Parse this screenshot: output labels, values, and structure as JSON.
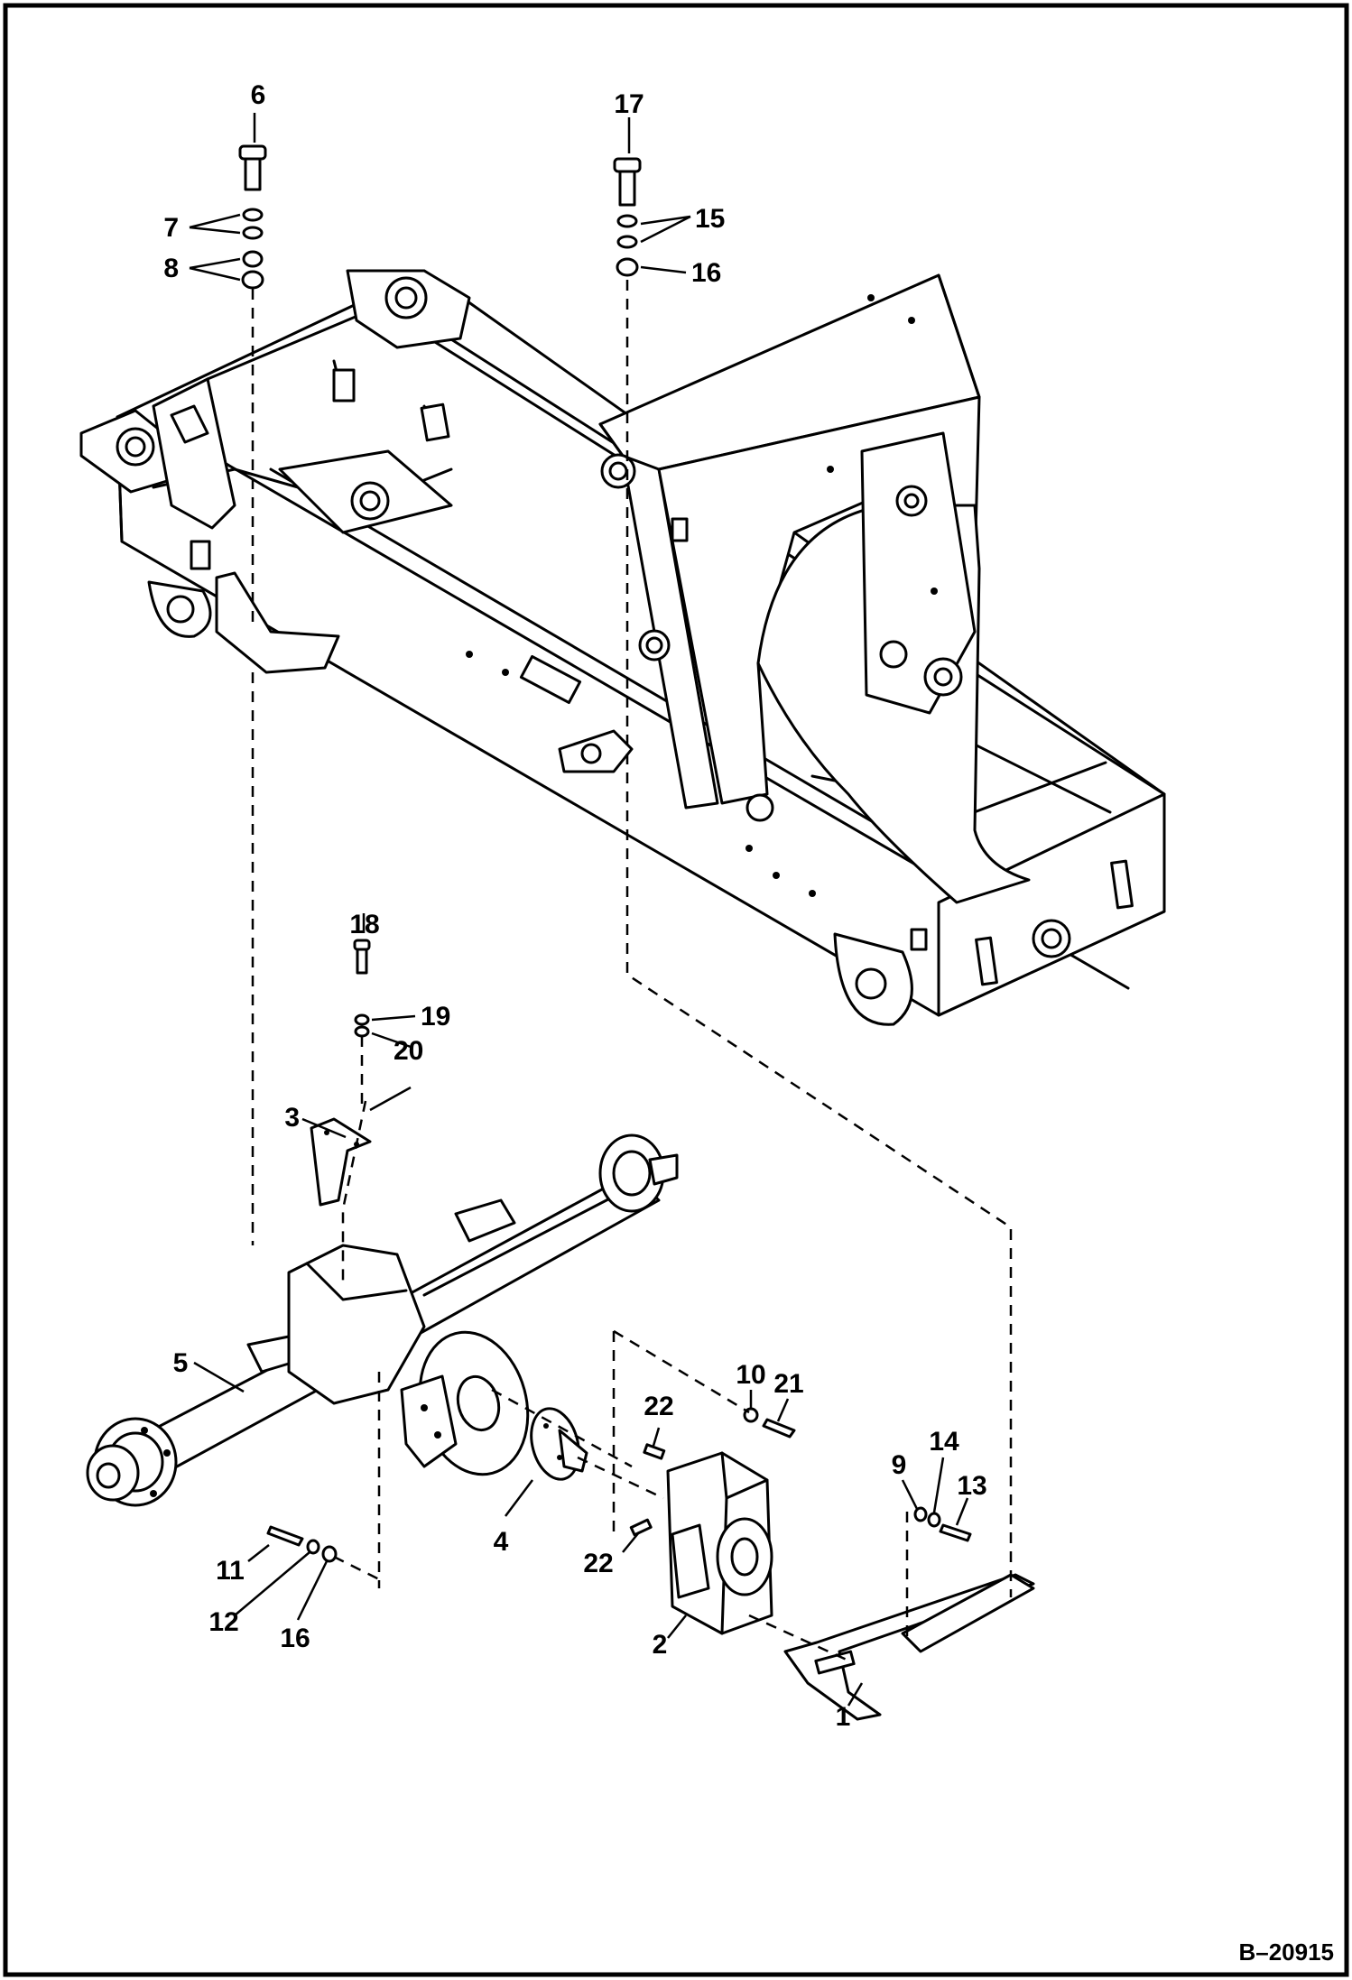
{
  "diagram": {
    "figure_number": "B–20915",
    "callouts": {
      "c1": "1",
      "c2": "2",
      "c3": "3",
      "c4": "4",
      "c5": "5",
      "c6": "6",
      "c7": "7",
      "c8": "8",
      "c9": "9",
      "c10": "10",
      "c11": "11",
      "c12": "12",
      "c13": "13",
      "c14": "14",
      "c15": "15",
      "c16a": "16",
      "c16b": "16",
      "c17": "17",
      "c18": "18",
      "c19": "19",
      "c20": "20",
      "c21": "21",
      "c22a": "22",
      "c22b": "22"
    },
    "colors": {
      "ink": "#000000",
      "paper": "#ffffff"
    }
  }
}
